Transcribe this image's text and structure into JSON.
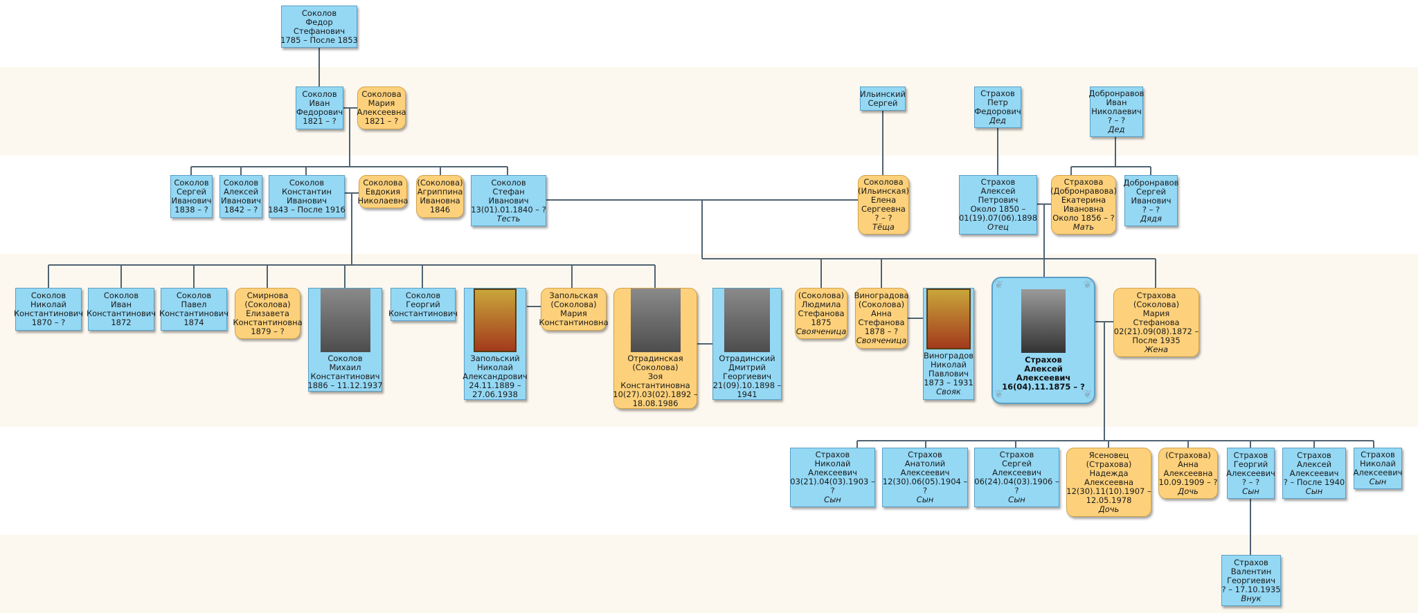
{
  "persons": {
    "fedor": [
      "Соколов",
      "Федор",
      "Стефанович",
      "1785 – После 1853"
    ],
    "ivan_f": [
      "Соколов",
      "Иван",
      "Федорович",
      "1821 – ?"
    ],
    "maria_a": [
      "Соколова",
      "Мария",
      "Алексеевна",
      "1821 – ?"
    ],
    "ilinsky": [
      "Ильинский",
      "Сергей"
    ],
    "petr": [
      "Страхов",
      "Петр",
      "Федорович"
    ],
    "petr_rel": "Дед",
    "ivan_d": [
      "Добронравов",
      "Иван",
      "Николаевич",
      "? – ?"
    ],
    "ivan_d_rel": "Дед",
    "sergey_i": [
      "Соколов",
      "Сергей",
      "Иванович",
      "1838 – ?"
    ],
    "aleksey_i": [
      "Соколов",
      "Алексей",
      "Иванович",
      "1842 – ?"
    ],
    "konst": [
      "Соколов",
      "Константин",
      "Иванович",
      "1843 – После 1916"
    ],
    "evdokia": [
      "Соколова",
      "Евдокия",
      "Николаевна"
    ],
    "agrippina": [
      "(Соколова)",
      "Агриппина",
      "Ивановна",
      "1846"
    ],
    "stefan": [
      "Соколов",
      "Стефан",
      "Иванович",
      "13(01).01.1840 – ?"
    ],
    "stefan_rel": "Тесть",
    "elena": [
      "Соколова",
      "(Ильинская)",
      "Елена",
      "Сергеевна",
      "? – ?"
    ],
    "elena_rel": "Тёща",
    "aleksey_p": [
      "Страхов",
      "Алексей",
      "Петрович",
      "Около 1850 –",
      "01(19).07(06).1898"
    ],
    "aleksey_p_rel": "Отец",
    "ekaterina": [
      "Страхова",
      "(Добронравова)",
      "Екатерина",
      "Ивановна",
      "Около 1856 – ?"
    ],
    "ekaterina_rel": "Мать",
    "sergey_d": [
      "Добронравов",
      "Сергей",
      "Иванович",
      "? – ?"
    ],
    "sergey_d_rel": "Дядя",
    "nikolay_k": [
      "Соколов",
      "Николай",
      "Константинович",
      "1870 – ?"
    ],
    "ivan_k": [
      "Соколов",
      "Иван",
      "Константинович",
      "1872"
    ],
    "pavel_k": [
      "Соколов",
      "Павел",
      "Константинович",
      "1874"
    ],
    "elizaveta": [
      "Смирнова",
      "(Соколова)",
      "Елизавета",
      "Константиновна",
      "1879 – ?"
    ],
    "mikhail": [
      "Соколов",
      "Михаил",
      "Константинович",
      "1886 – 11.12.1937"
    ],
    "georgy_k": [
      "Соколов",
      "Георгий",
      "Константинович"
    ],
    "zapolsky": [
      "Запольский",
      "Николай",
      "Александрович",
      "24.11.1889 –",
      "27.06.1938"
    ],
    "maria_z": [
      "Запольская",
      "(Соколова)",
      "Мария",
      "Константиновна"
    ],
    "zoya": [
      "Отрадинская",
      "(Соколова)",
      "Зоя",
      "Константиновна",
      "10(27).03(02).1892 –",
      "18.08.1986"
    ],
    "dmitry": [
      "Отрадинский",
      "Дмитрий",
      "Георгиевич",
      "21(09).10.1898 –",
      "1941"
    ],
    "lyudmila": [
      "(Соколова)",
      "Людмила",
      "Стефанова",
      "1875"
    ],
    "lyudmila_rel": "Свояченица",
    "anna_v": [
      "Виноградова",
      "(Соколова)",
      "Анна",
      "Стефанова",
      "1878 – ?"
    ],
    "anna_v_rel": "Свояченица",
    "vinogradov": [
      "Виноградов",
      "Николай",
      "Павлович",
      "1873 – 1931"
    ],
    "vinogradov_rel": "Свояк",
    "main": [
      "Страхов",
      "Алексей",
      "Алексеевич",
      "16(04).11.1875 – ?"
    ],
    "maria_s": [
      "Страхова",
      "(Соколова)",
      "Мария",
      "Стефанова",
      "02(21).09(08).1872 –",
      "После 1935"
    ],
    "maria_s_rel": "Жена",
    "nikolay_a": [
      "Страхов",
      "Николай",
      "Алексеевич",
      "03(21).04(03).1903 –",
      "?"
    ],
    "nikolay_a_rel": "Сын",
    "anatoly": [
      "Страхов",
      "Анатолий",
      "Алексеевич",
      "12(30).06(05).1904 –",
      "?"
    ],
    "anatoly_rel": "Сын",
    "sergey_a": [
      "Страхов",
      "Сергей",
      "Алексеевич",
      "06(24).04(03).1906 –",
      "?"
    ],
    "sergey_a_rel": "Сын",
    "nadezhda": [
      "Ясеновец",
      "(Страхова)",
      "Надежда",
      "Алексеевна",
      "12(30).11(10).1907 –",
      "12.05.1978"
    ],
    "nadezhda_rel": "Дочь",
    "anna_a": [
      "(Страхова)",
      "Анна",
      "Алексеевна",
      "10.09.1909 – ?"
    ],
    "anna_a_rel": "Дочь",
    "georgy_a": [
      "Страхов",
      "Георгий",
      "Алексеевич",
      "? – ?"
    ],
    "georgy_a_rel": "Сын",
    "aleksey_a": [
      "Страхов",
      "Алексей",
      "Алексеевич",
      "? – После 1940"
    ],
    "aleksey_a_rel": "Сын",
    "nikolay_a2": [
      "Страхов",
      "Николай",
      "Алексеевич"
    ],
    "nikolay_a2_rel": "Сын",
    "valentin": [
      "Страхов",
      "Валентин",
      "Георгиевич",
      "? – 17.10.1935"
    ],
    "valentin_rel": "Внук"
  },
  "colors": {
    "male_card": "#94d8f4",
    "female_card": "#fdd17b",
    "connector": "#4f6272",
    "band": "#fdf8ef"
  }
}
